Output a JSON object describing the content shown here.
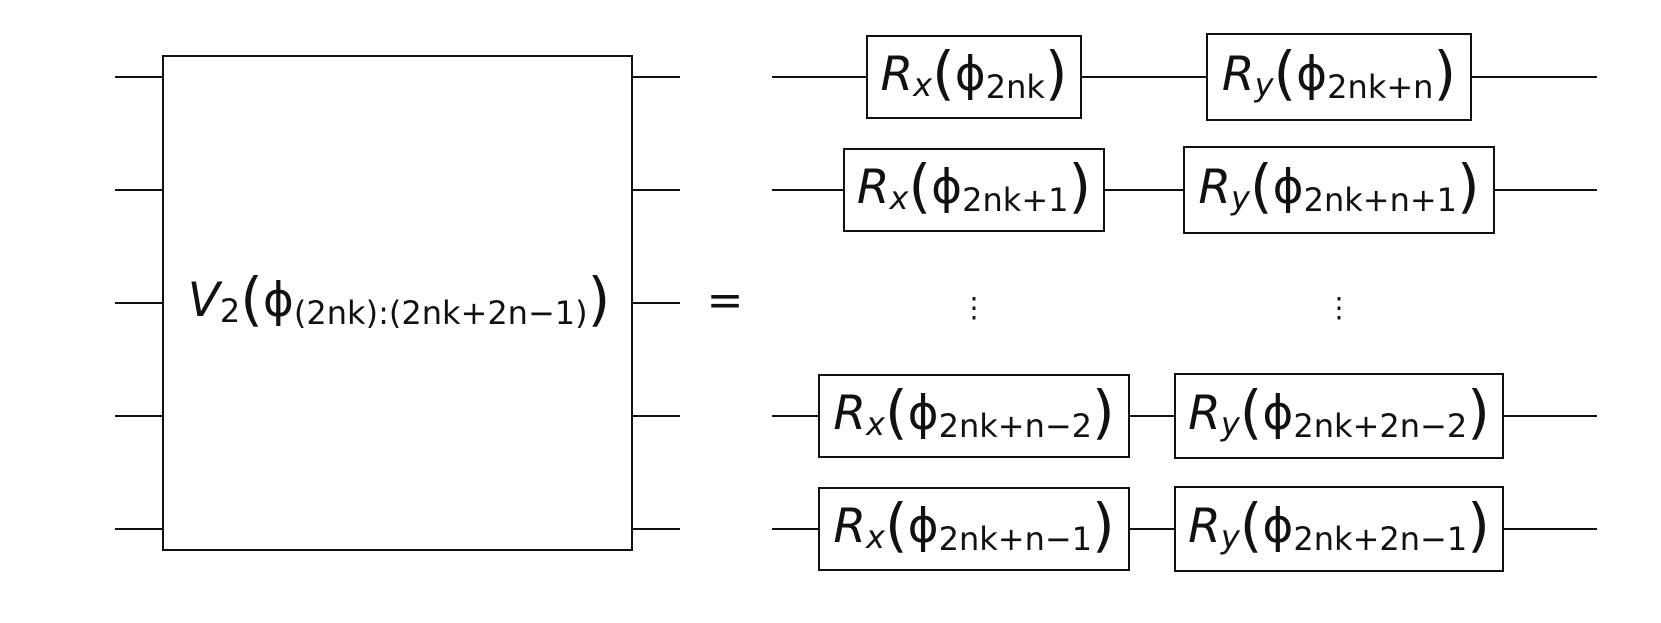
{
  "left_block": {
    "func": "V",
    "func_sub": "2",
    "arg_symbol": "ϕ",
    "arg_sub": "(2nk):(2nk+2n−1)"
  },
  "equals": "=",
  "gates": [
    {
      "row": 0,
      "col": 0,
      "axis": "x",
      "sub": "2nk"
    },
    {
      "row": 0,
      "col": 1,
      "axis": "y",
      "sub": "2nk+n"
    },
    {
      "row": 1,
      "col": 0,
      "axis": "x",
      "sub": "2nk+1"
    },
    {
      "row": 1,
      "col": 1,
      "axis": "y",
      "sub": "2nk+n+1"
    },
    {
      "row": 3,
      "col": 0,
      "axis": "x",
      "sub": "2nk+n−2"
    },
    {
      "row": 3,
      "col": 1,
      "axis": "y",
      "sub": "2nk+2n−2"
    },
    {
      "row": 4,
      "col": 0,
      "axis": "x",
      "sub": "2nk+n−1"
    },
    {
      "row": 4,
      "col": 1,
      "axis": "y",
      "sub": "2nk+2n−1"
    }
  ],
  "gate_symbol": "R",
  "angle_symbol": "ϕ",
  "vdots": "⋮"
}
